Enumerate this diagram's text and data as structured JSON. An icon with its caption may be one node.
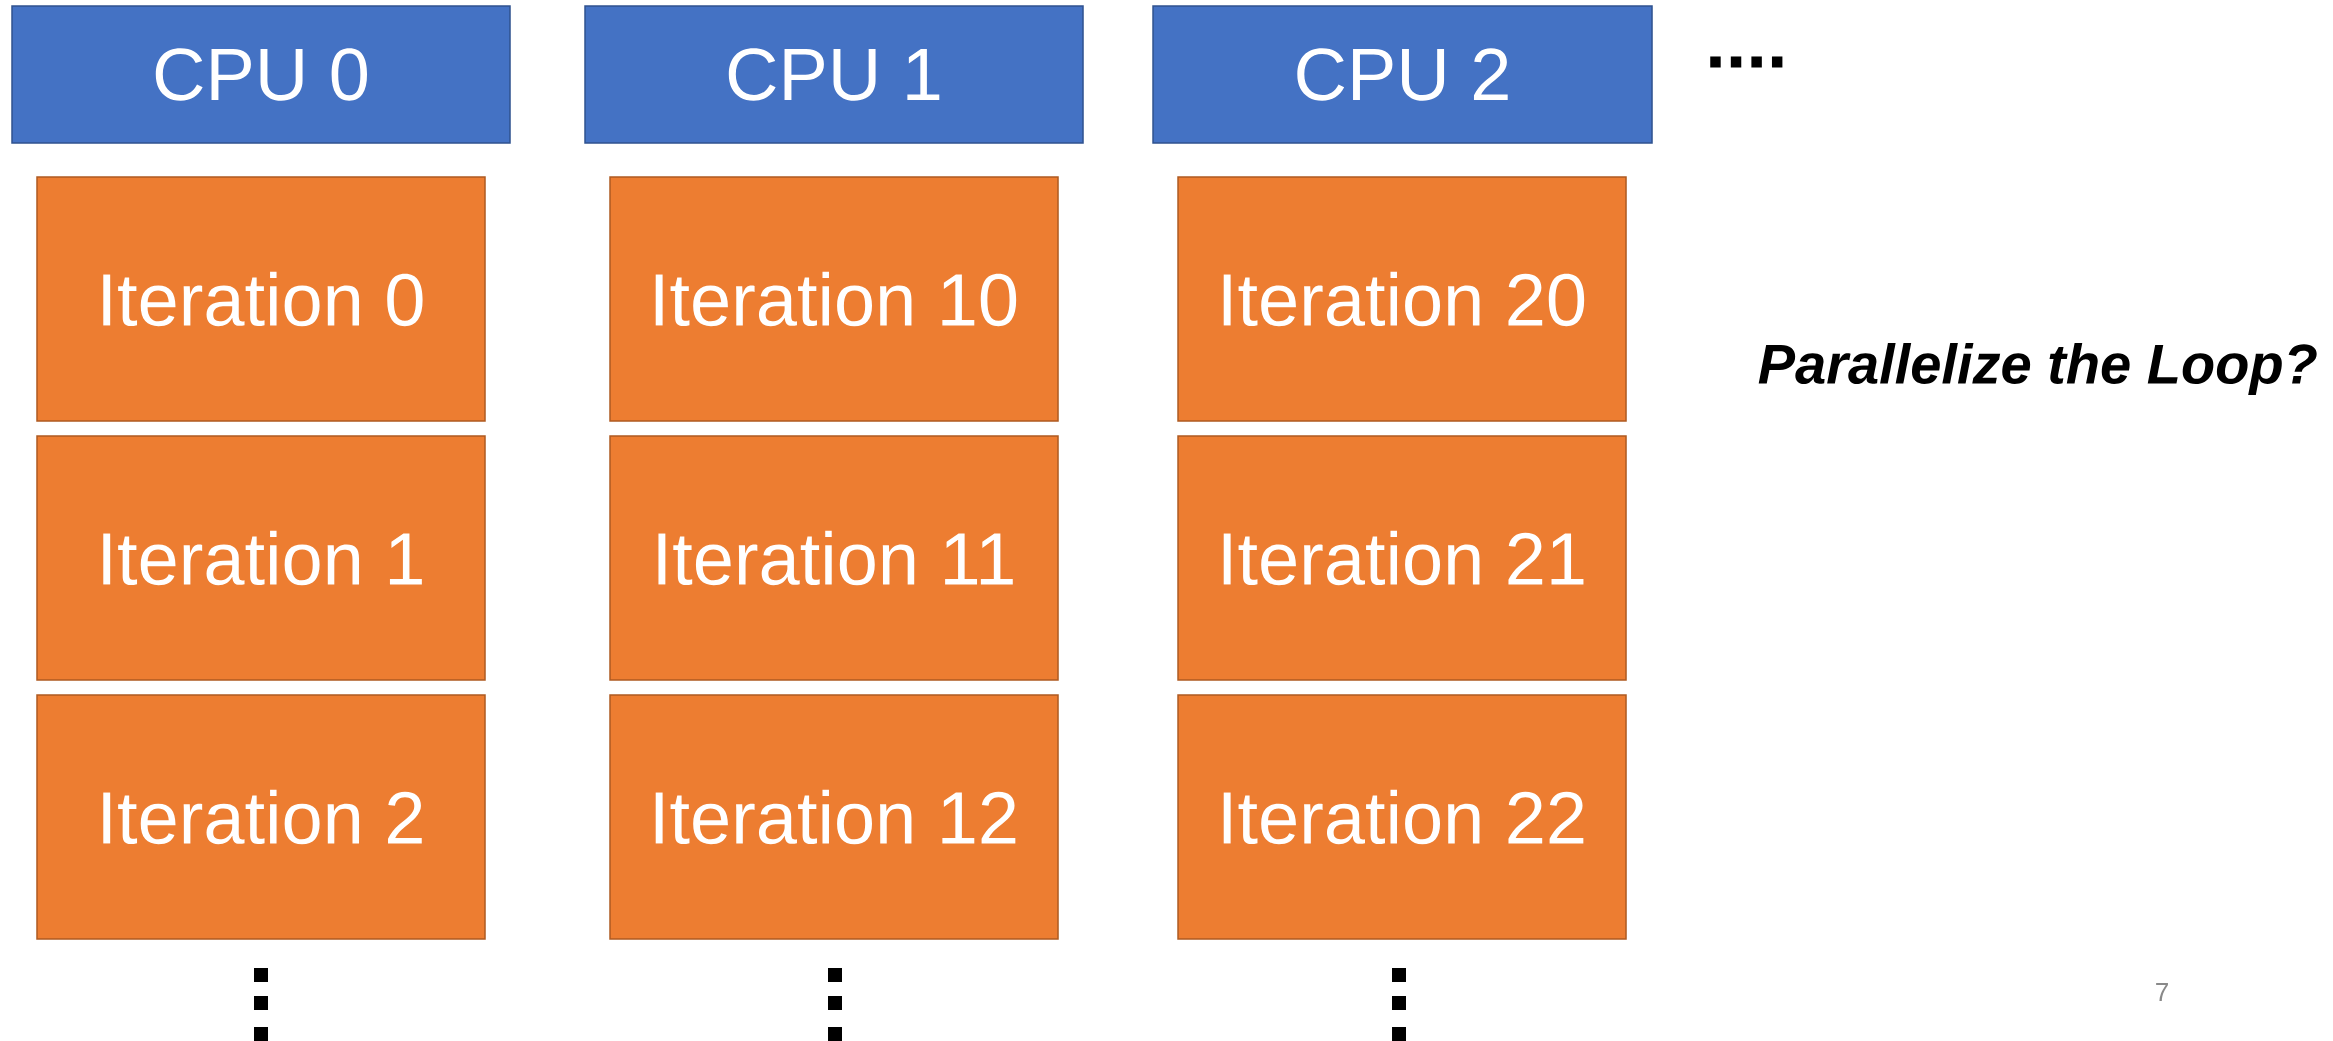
{
  "diagram": {
    "nodes": [
      {
        "text": [
          "CPU 0"
        ]
      },
      {
        "text": [
          "CPU 1"
        ]
      },
      {
        "text": [
          "CPU 2"
        ]
      },
      {
        "text": [
          "Iteration 0"
        ]
      },
      {
        "text": [
          "Iteration 10"
        ]
      },
      {
        "text": [
          "Iteration 20"
        ]
      },
      {
        "text": [
          "Iteration 1"
        ]
      },
      {
        "text": [
          "Iteration 11"
        ]
      },
      {
        "text": [
          "Iteration 21"
        ]
      },
      {
        "text": [
          "Iteration 2"
        ]
      },
      {
        "text": [
          "Iteration 12"
        ]
      },
      {
        "text": [
          "Iteration 22"
        ]
      }
    ],
    "labels": [
      "....",
      "Parallelize the Loop?",
      "7"
    ]
  }
}
